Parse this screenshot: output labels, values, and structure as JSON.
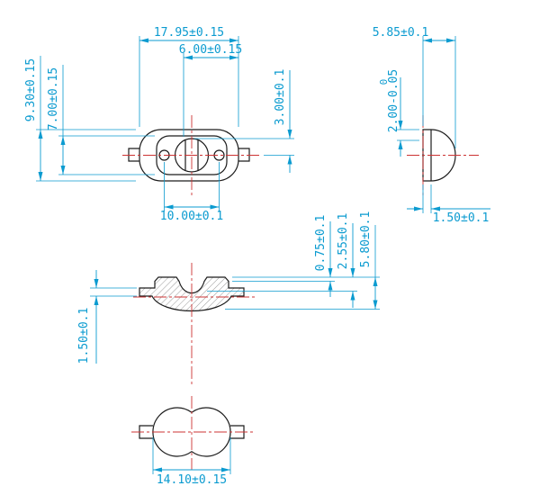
{
  "style": {
    "background": "#ffffff",
    "dim_color": "#0b9bd0",
    "outline_color": "#1c1c1c",
    "centerline_color": "#cc3333"
  },
  "views": {
    "front": {
      "dims": {
        "width": "17.95±0.15",
        "lens_width": "6.00±0.15",
        "height": "9.30±0.15",
        "inner_height": "7.00±0.15",
        "half_height": "3.00±0.1",
        "hole_spacing": "10.00±0.1"
      }
    },
    "side": {
      "dims": {
        "depth": "5.85±0.1",
        "cap_height_tol": "0",
        "cap_height": "2.00-0.05",
        "edge_width": "1.50±0.1"
      }
    },
    "section": {
      "dims": {
        "tab_thickness": "1.50±0.1",
        "step_depth": "0.75±0.1",
        "cavity_depth": "2.55±0.1",
        "total_height": "5.80±0.1"
      }
    },
    "bottom": {
      "dims": {
        "width": "14.10±0.15"
      }
    }
  }
}
